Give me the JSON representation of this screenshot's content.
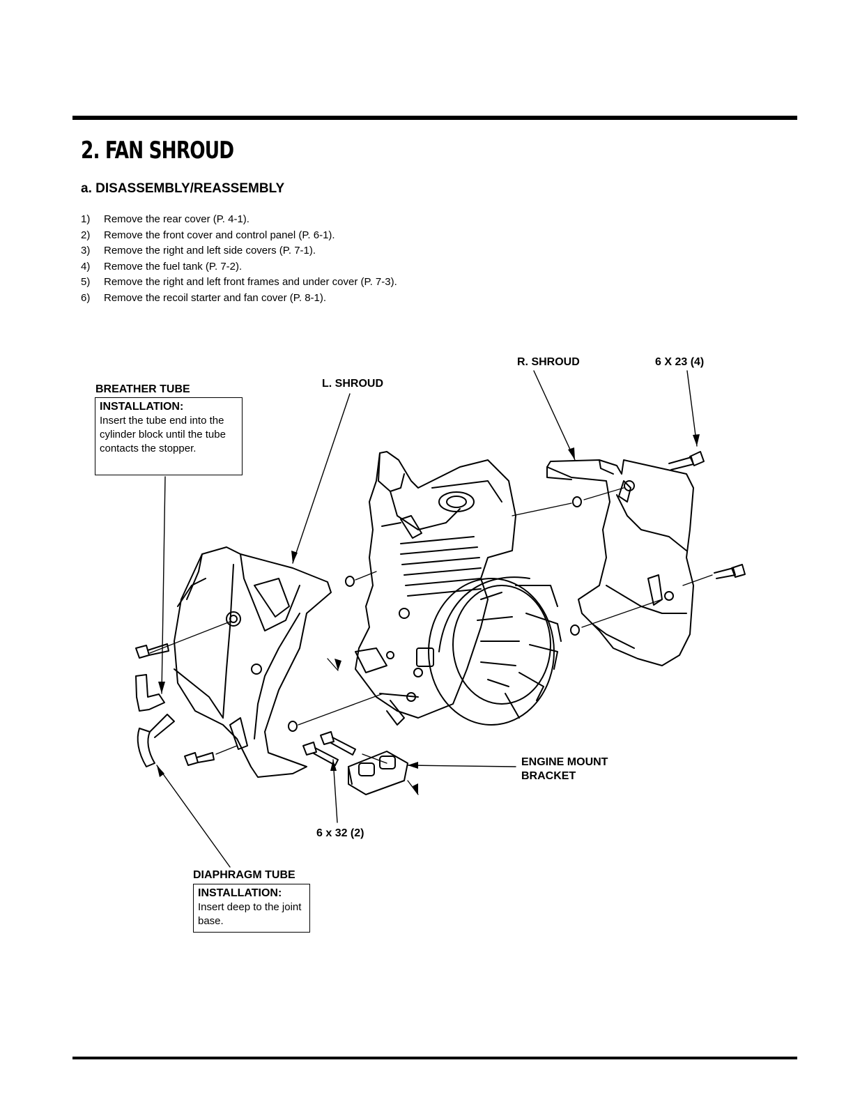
{
  "section_title": "2. FAN SHROUD",
  "subsection_title": "a. DISASSEMBLY/REASSEMBLY",
  "steps": [
    {
      "num": "1)",
      "text": "Remove the rear cover (P. 4-1)."
    },
    {
      "num": "2)",
      "text": "Remove the front cover and control panel (P. 6-1)."
    },
    {
      "num": "3)",
      "text": "Remove the right and left side covers (P. 7-1)."
    },
    {
      "num": "4)",
      "text": "Remove the fuel tank (P. 7-2)."
    },
    {
      "num": "5)",
      "text": "Remove the right and left front frames and under cover (P. 7-3)."
    },
    {
      "num": "6)",
      "text": "Remove the recoil starter and fan cover (P. 8-1)."
    }
  ],
  "diagram": {
    "labels": {
      "r_shroud": "R. SHROUD",
      "bolt_6x23": "6 X 23 (4)",
      "breather_tube": "BREATHER TUBE",
      "l_shroud": "L. SHROUD",
      "engine_mount_line1": "ENGINE MOUNT",
      "engine_mount_line2": "BRACKET",
      "bolt_6x32": "6 x 32 (2)",
      "diaphragm_tube": "DIAPHRAGM TUBE"
    },
    "breather_note": {
      "heading": "INSTALLATION:",
      "text": "Insert the tube end into the cylinder block until the tube contacts the stopper."
    },
    "diaphragm_note": {
      "heading": "INSTALLATION:",
      "text": "Insert deep to the joint base."
    }
  }
}
